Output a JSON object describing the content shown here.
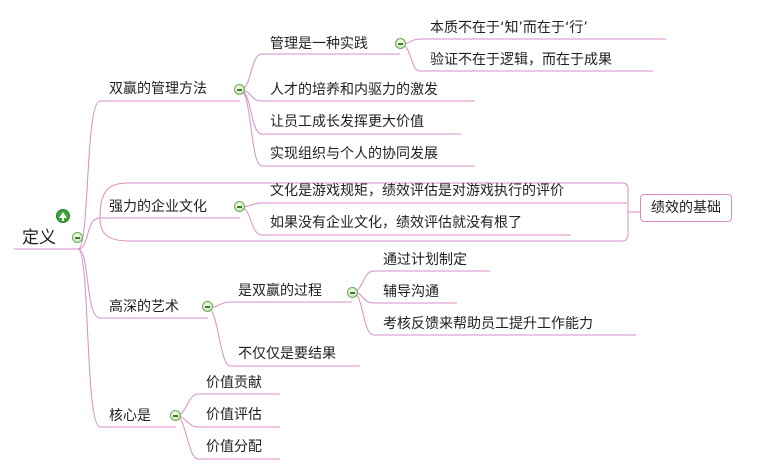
{
  "root": {
    "label": "定义"
  },
  "branches": [
    {
      "label": "双赢的管理方法",
      "children": [
        {
          "label": "管理是一种实践",
          "children": [
            {
              "label": "本质不在于‘知’而在于‘行’"
            },
            {
              "label": "验证不在于逻辑，而在于成果"
            }
          ]
        },
        {
          "label": "人才的培养和内驱力的激发"
        },
        {
          "label": "让员工成长发挥更大价值"
        },
        {
          "label": "实现组织与个人的协同发展"
        }
      ]
    },
    {
      "label": "强力的企业文化",
      "children": [
        {
          "label": "文化是游戏规矩，绩效评估是对游戏执行的评价"
        },
        {
          "label": "如果没有企业文化，绩效评估就没有根了"
        }
      ]
    },
    {
      "label": "高深的艺术",
      "children": [
        {
          "label": "是双赢的过程",
          "children": [
            {
              "label": "通过计划制定"
            },
            {
              "label": "辅导沟通"
            },
            {
              "label": "考核反馈来帮助员工提升工作能力"
            }
          ]
        },
        {
          "label": "不仅仅是要结果"
        }
      ]
    },
    {
      "label": "核心是",
      "children": [
        {
          "label": "价值贡献"
        },
        {
          "label": "价值评估"
        },
        {
          "label": "价值分配"
        }
      ]
    }
  ],
  "callout": {
    "label": "绩效的基础"
  },
  "colors": {
    "line": "#d98fc4",
    "toggle": "#6ea85a"
  }
}
